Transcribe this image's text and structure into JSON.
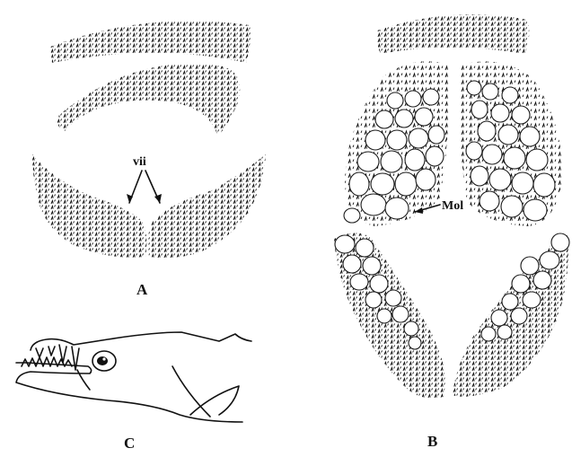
{
  "panels": {
    "A": {
      "label": "A",
      "annotation": "vii"
    },
    "B": {
      "label": "B",
      "annotation": "Mol"
    },
    "C": {
      "label": "C"
    }
  },
  "colors": {
    "ink": "#111111",
    "background": "#ffffff"
  }
}
